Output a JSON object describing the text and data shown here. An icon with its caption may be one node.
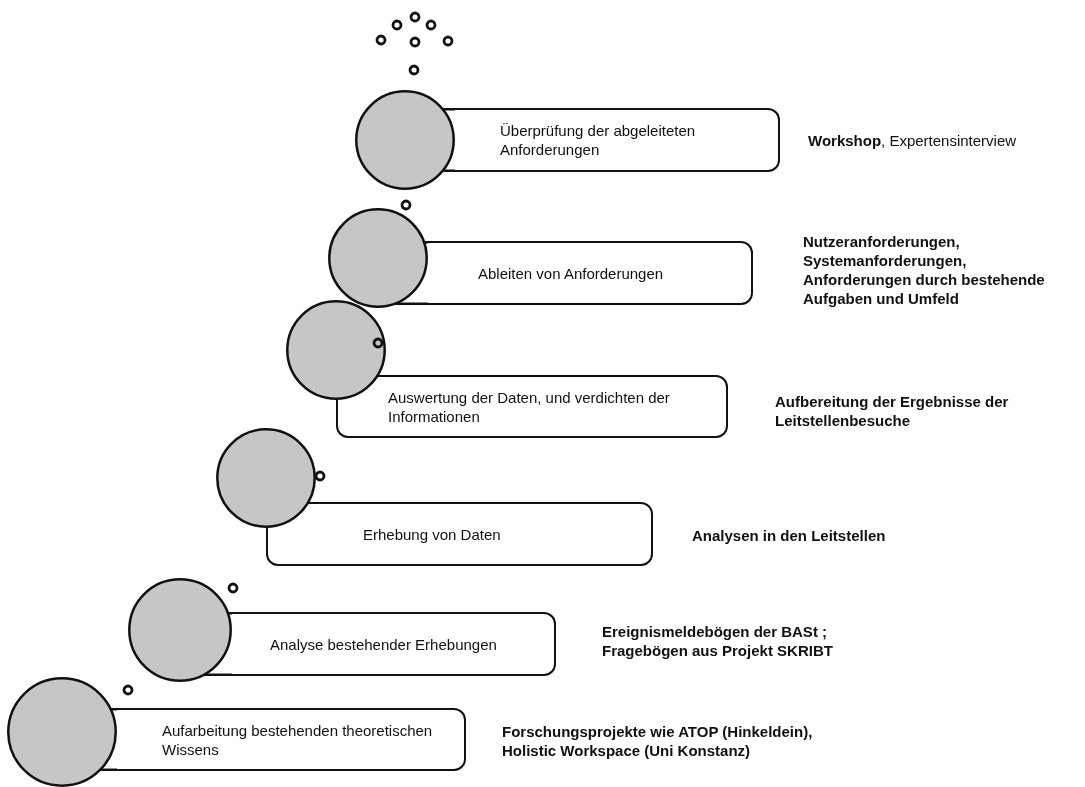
{
  "diagram": {
    "nodes": [
      {
        "text": [],
        "shape": "circle"
      },
      {
        "text": [
          "Überprüfung der abgeleiteten Anforderungen"
        ],
        "beside": [
          "**Workshop**, Expertensinterview"
        ]
      },
      {
        "text": [],
        "shape": "circle"
      },
      {
        "text": [
          "Ableiten von Anforderungen"
        ],
        "beside": [
          "Nutzeranforderungen, Systemanforderungen, Anforderungen durch bestehende Aufgaben und Umfeld"
        ]
      },
      {
        "text": [],
        "shape": "circle"
      },
      {
        "text": [
          "Auswertung der Daten, und verdichten der Informationen"
        ],
        "beside": [
          "Aufbereitung der Ergebnisse der Leitstellenbesuche"
        ]
      },
      {
        "text": [],
        "shape": "circle"
      },
      {
        "text": [
          "Erhebung von Daten"
        ],
        "beside": [
          "Analysen in den Leitstellen"
        ]
      },
      {
        "text": [],
        "shape": "circle"
      },
      {
        "text": [
          "Analyse bestehender Erhebungen"
        ],
        "beside": [
          "Ereignismeldebögen der BASt ; Fragebögen aus Projekt SKRIBT"
        ]
      },
      {
        "text": [],
        "shape": "circle"
      },
      {
        "text": [
          "Aufarbeitung bestehenden theoretischen Wissens"
        ],
        "beside": [
          "Forschungsprojekte wie ATOP (Hinkeldein), Holistic Workspace (Uni Konstanz)"
        ]
      }
    ],
    "edges": []
  }
}
